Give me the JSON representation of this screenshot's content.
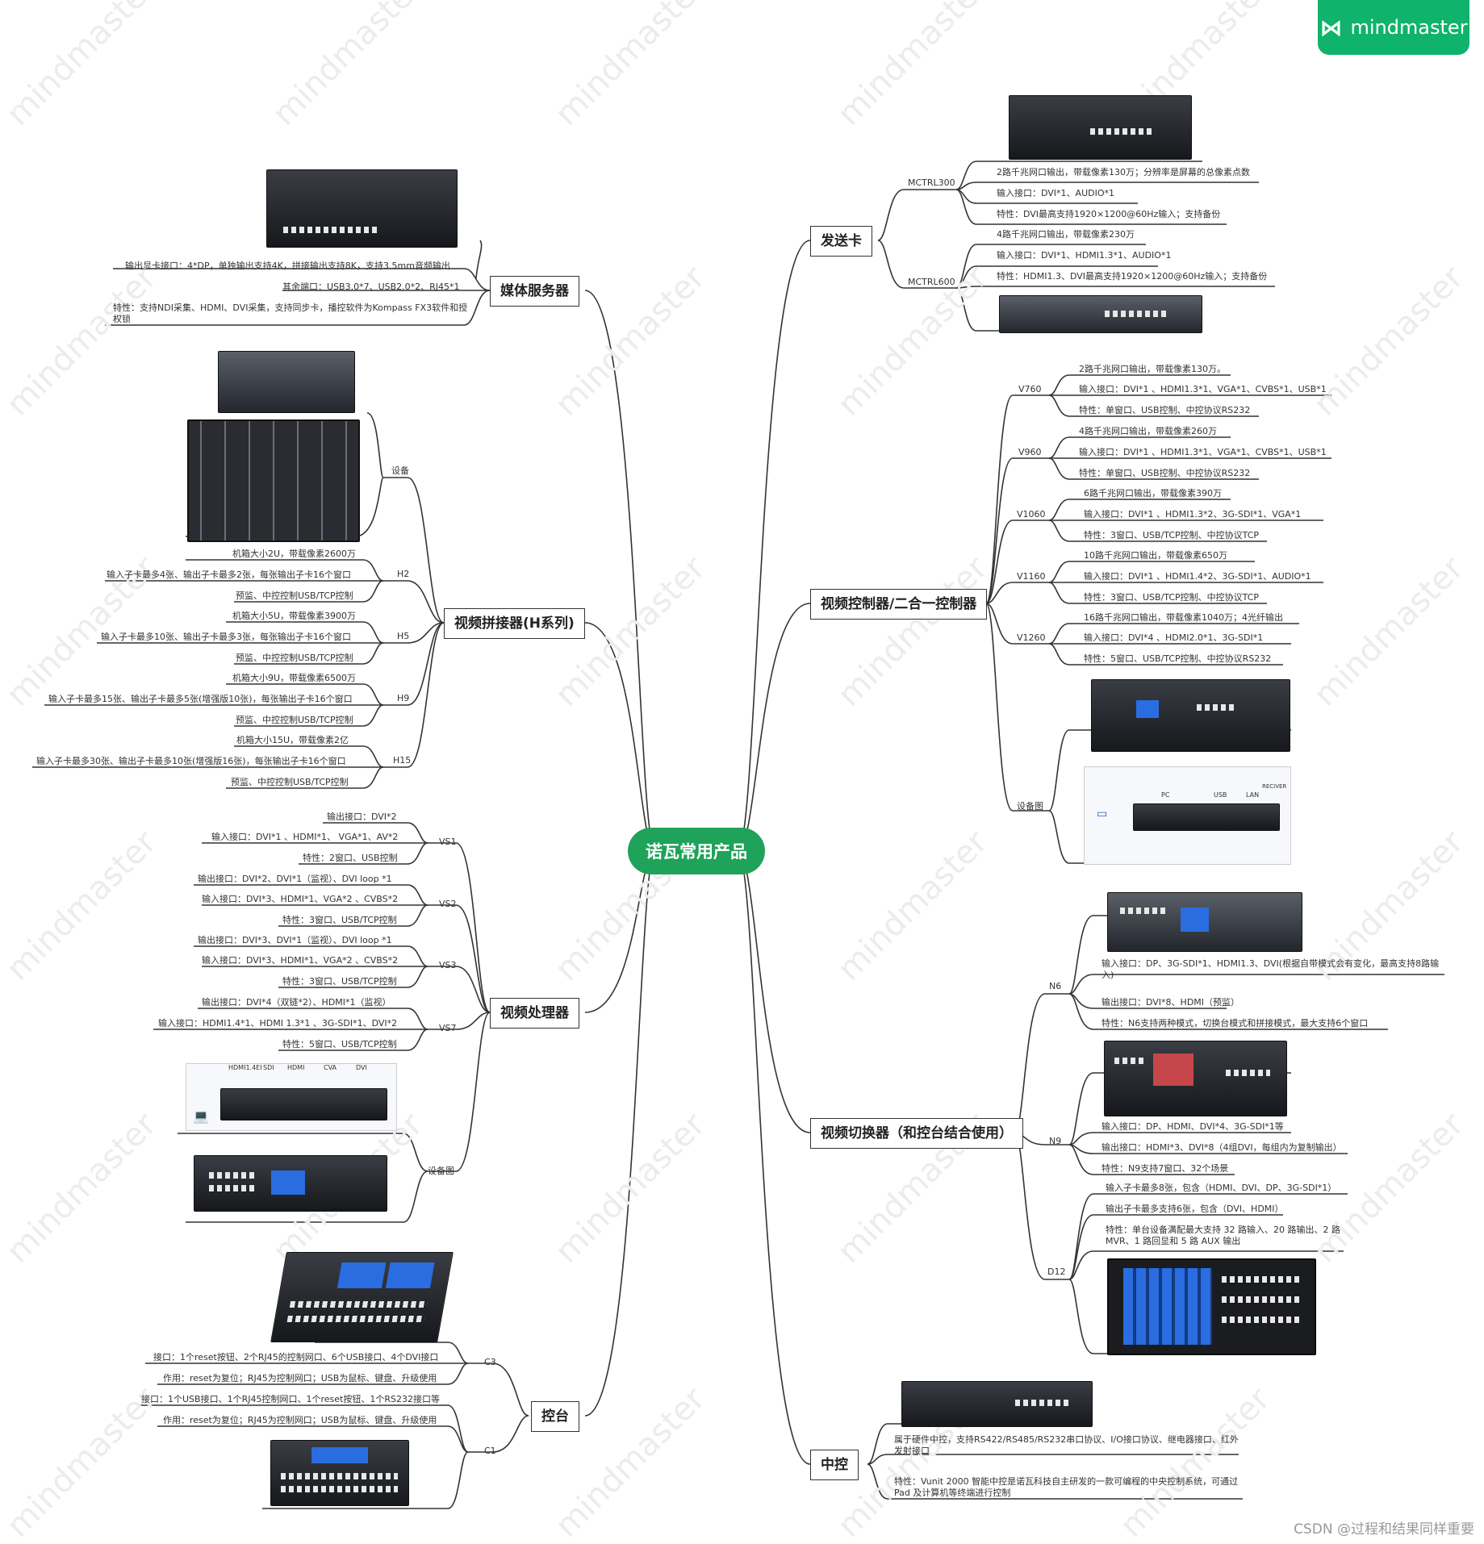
{
  "brand": {
    "name": "mindmaster",
    "icon": "mindmaster-logo-icon",
    "color": "#0fb36b"
  },
  "watermark": "mindmaster",
  "footer": "CSDN @过程和结果同样重要",
  "colors": {
    "root_bg": "#1fa25a",
    "line": "#333333",
    "text": "#222222"
  },
  "root": "诺瓦常用产品",
  "left": {
    "media_server": {
      "title": "媒体服务器",
      "leaves": [
        "输出显卡接口：4*DP，单独输出支持4K，拼接输出支持8K，支持3.5mm音频输出",
        "其余端口：USB3.0*7、USB2.0*2、RJ45*1",
        "特性：支持NDI采集、HDMI、DVI采集，支持同步卡，播控软件为Kompass  FX3软件和授权锁"
      ]
    },
    "splicer": {
      "title": "视频拼接器(H系列)",
      "device_label": "设备",
      "groups": [
        {
          "name": "H2",
          "items": [
            "机箱大小2U，带载像素2600万",
            "输入子卡最多4张、输出子卡最多2张，每张输出子卡16个窗口",
            "预监、中控控制USB/TCP控制"
          ]
        },
        {
          "name": "H5",
          "items": [
            "机箱大小5U，带载像素3900万",
            "输入子卡最多10张、输出子卡最多3张，每张输出子卡16个窗口",
            "预监、中控控制USB/TCP控制"
          ]
        },
        {
          "name": "H9",
          "items": [
            "机箱大小9U，带载像素6500万",
            "输入子卡最多15张、输出子卡最多5张(增强版10张)，每张输出子卡16个窗口",
            "预监、中控控制USB/TCP控制"
          ]
        },
        {
          "name": "H15",
          "items": [
            "机箱大小15U，带载像素2亿",
            "输入子卡最多30张、输出子卡最多10张(增强版16张)，每张输出子卡16个窗口",
            "预监、中控控制USB/TCP控制"
          ]
        }
      ]
    },
    "processor": {
      "title": "视频处理器",
      "device_label": "设备图",
      "diagram_labels": [
        "HDMI1.4EI",
        "SDI",
        "HDMI",
        "CVA",
        "DVI"
      ],
      "groups": [
        {
          "name": "VS1",
          "items": [
            "输出接口：DVI*2",
            "输入接口：DVI*1 、HDMI*1、 VGA*1、AV*2",
            "特性：2窗口、USB控制"
          ]
        },
        {
          "name": "VS2",
          "items": [
            "输出接口：DVI*2、DVI*1（监视）、DVI loop *1",
            "输入接口：DVI*3、HDMI*1、VGA*2 、CVBS*2",
            "特性：3窗口、USB/TCP控制"
          ]
        },
        {
          "name": "VS3",
          "items": [
            "输出接口：DVI*3、DVI*1（监视）、DVI loop *1",
            "输入接口：DVI*3、HDMI*1、VGA*2 、CVBS*2",
            "特性：3窗口、USB/TCP控制"
          ]
        },
        {
          "name": "VS7",
          "items": [
            "输出接口：DVI*4（双链*2）、HDMI*1（监视）",
            "输入接口：HDMI1.4*1、HDMI 1.3*1 、3G-SDI*1、DVI*2",
            "特性：5窗口、USB/TCP控制"
          ]
        }
      ]
    },
    "console": {
      "title": "控台",
      "groups": [
        {
          "name": "C3",
          "items": [
            "接口：1个reset按钮、2个RJ45的控制网口、6个USB接口、4个DVI接口",
            "作用：reset为复位；RJ45为控制网口；USB为鼠标、键盘、升级使用"
          ]
        },
        {
          "name": "C1",
          "items": [
            "接口：1个USB接口、1个RJ45控制网口、1个reset按钮、1个RS232接口等",
            "作用：reset为复位；RJ45为控制网口；USB为鼠标、键盘、升级使用"
          ]
        }
      ]
    }
  },
  "right": {
    "sender": {
      "title": "发送卡",
      "groups": [
        {
          "name": "MCTRL300",
          "items": [
            "2路千兆网口输出，带载像素130万；分辨率是屏幕的总像素点数",
            "输入接口：DVI*1、AUDIO*1",
            "特性：DVI最高支持1920×1200@60Hz输入；支持备份"
          ]
        },
        {
          "name": "MCTRL600",
          "items": [
            "4路千兆网口输出，带载像素230万",
            "输入接口：DVI*1、HDMI1.3*1、AUDIO*1",
            "特性：HDMI1.3、DVI最高支持1920×1200@60Hz输入；支持备份"
          ]
        }
      ]
    },
    "controller": {
      "title": "视频控制器/二合一控制器",
      "device_label": "设备图",
      "diagram_labels": [
        "PC",
        "USB",
        "LAN",
        "RECIVER"
      ],
      "groups": [
        {
          "name": "V760",
          "items": [
            "2路千兆网口输出，带载像素130万。",
            "输入接口：DVI*1 、HDMI1.3*1、VGA*1、CVBS*1、USB*1",
            "特性：单窗口、USB控制、中控协议RS232"
          ]
        },
        {
          "name": "V960",
          "items": [
            "4路千兆网口输出，带载像素260万",
            "输入接口：DVI*1 、HDMI1.3*1、VGA*1、CVBS*1、USB*1",
            "特性：单窗口、USB控制、中控协议RS232"
          ]
        },
        {
          "name": "V1060",
          "items": [
            "6路千兆网口输出，带载像素390万",
            "输入接口：DVI*1 、HDMI1.3*2、3G-SDI*1、VGA*1",
            "特性：3窗口、USB/TCP控制、中控协议TCP"
          ]
        },
        {
          "name": "V1160",
          "items": [
            "10路千兆网口输出，带载像素650万",
            "输入接口：DVI*1 、HDMI1.4*2、3G-SDI*1、AUDIO*1",
            "特性：3窗口、USB/TCP控制、中控协议TCP"
          ]
        },
        {
          "name": "V1260",
          "items": [
            "16路千兆网口输出，带载像素1040万；4光纤输出",
            "输入接口：DVI*4 、HDMI2.0*1、3G-SDI*1",
            "特性：5窗口、USB/TCP控制、中控协议RS232"
          ]
        }
      ]
    },
    "switcher": {
      "title": "视频切换器（和控台结合使用）",
      "groups": [
        {
          "name": "N6",
          "items": [
            "输入接口：DP、3G-SDI*1、HDMI1.3、DVI(根据自带模式会有变化，最高支持8路输入)",
            "输出接口：DVI*8、HDMI（预监）",
            "特性：N6支持两种模式，切换台模式和拼接模式，最大支持6个窗口"
          ]
        },
        {
          "name": "N9",
          "items": [
            "输入接口：DP、HDMI、DVI*4、3G-SDI*1等",
            "输出接口：HDMI*3、DVI*8（4组DVI，每组内为复制输出）",
            "特性：N9支持7窗口、32个场景"
          ]
        },
        {
          "name": "D12",
          "items": [
            "输入子卡最多8张，包含（HDMI、DVI、DP、3G-SDI*1）",
            "输出子卡最多支持6张，包含（DVI、HDMI）",
            "特性：单台设备满配最大支持 32 路输入、20 路输出、2 路 MVR、1 路回显和 5 路 AUX 输出"
          ]
        }
      ]
    },
    "central": {
      "title": "中控",
      "leaves": [
        "属于硬件中控，支持RS422/RS485/RS232串口协议、I/O接口协议、继电器接口、红外发射接口",
        "特性：Vunit 2000 智能中控是诺瓦科技自主研发的一款可编程的中央控制系统，可通过 Pad 及计算机等终端进行控制"
      ]
    }
  }
}
